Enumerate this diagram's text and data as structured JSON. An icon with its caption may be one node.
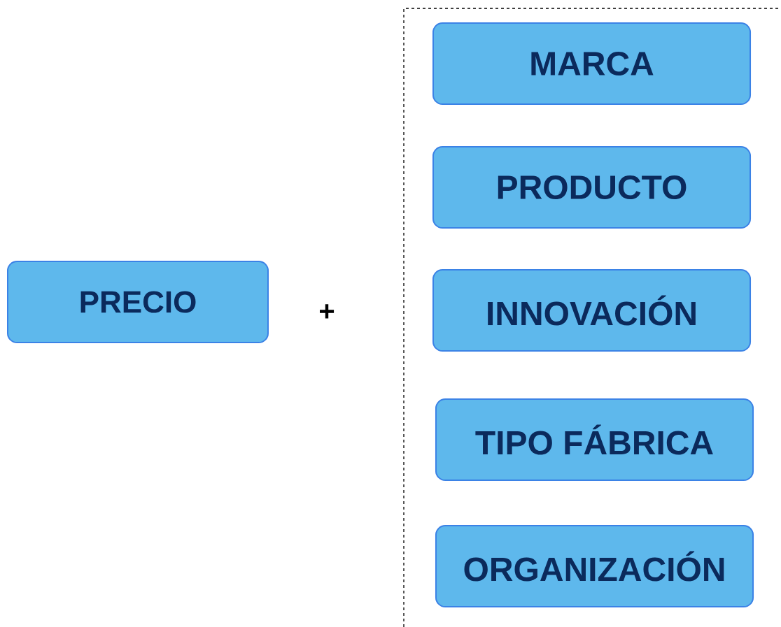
{
  "diagram": {
    "nodes": [
      {
        "text": [
          "PRECIO"
        ]
      },
      {
        "text": [
          "MARCA"
        ]
      },
      {
        "text": [
          "PRODUCTO"
        ]
      },
      {
        "text": [
          "INNOVACIÓN"
        ]
      },
      {
        "text": [
          "TIPO FÁBRICA"
        ]
      },
      {
        "text": [
          "ORGANIZACIÓN"
        ]
      }
    ],
    "labels": [
      "+"
    ]
  }
}
